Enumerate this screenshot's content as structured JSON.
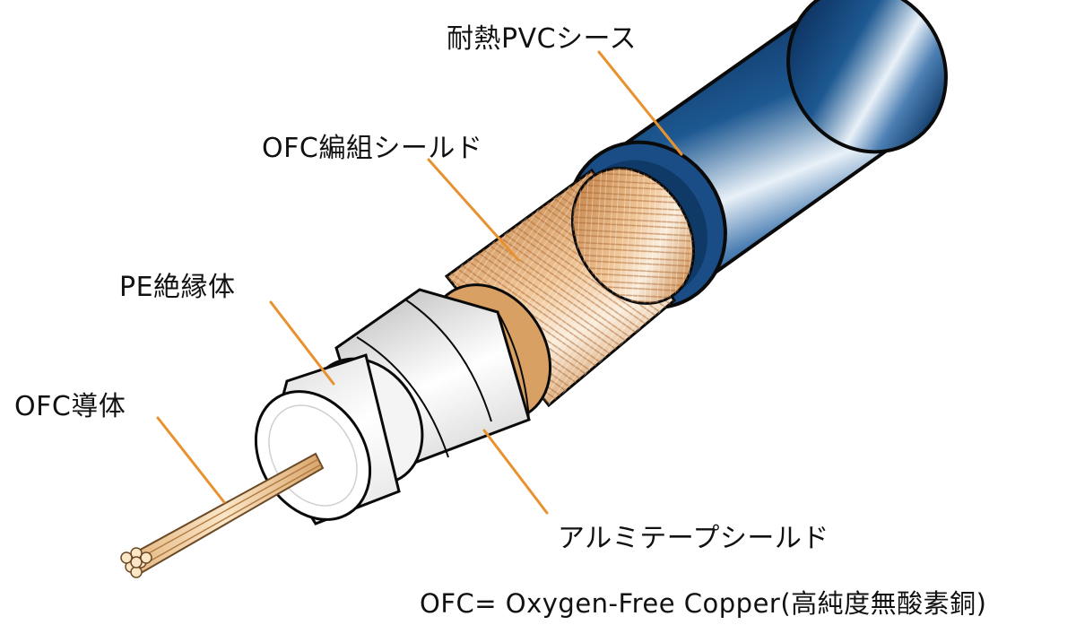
{
  "labels": {
    "sheath": "耐熱PVCシース",
    "braid": "OFC編組シールド",
    "insulator": "PE絶縁体",
    "conductor": "OFC導体",
    "foil": "アルミテープシールド"
  },
  "footnote": "OFC= Oxygen-Free Copper(高純度無酸素銅)",
  "colors": {
    "sheath": "#1c4f86",
    "braid": "#e8b887",
    "insulator": "#f2f2f2",
    "conductor": "#e7c08f",
    "leader": "#e8922f",
    "outline": "#0a0a0a"
  }
}
